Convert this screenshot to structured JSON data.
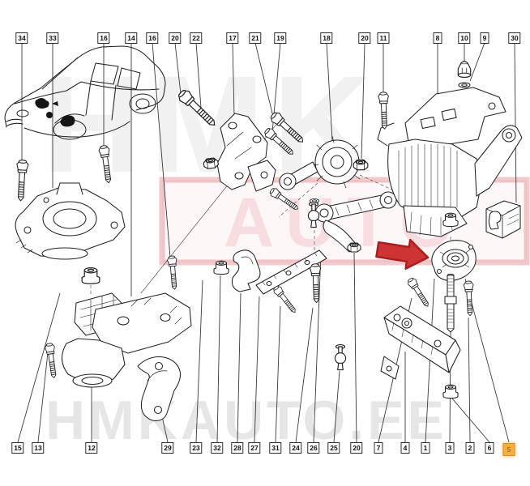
{
  "watermarks": {
    "center_word": "HMK",
    "center_box_word": "AUTO",
    "bottom_text": "HMKAUTO.EE"
  },
  "colors": {
    "line": "#222222",
    "leader": "#3a3a3a",
    "arrow_red": "#ce3434",
    "arrow_red_dark": "#a81f1f",
    "highlight_box_fill": "#f2b043",
    "highlight_box_border": "#d9941f",
    "watermark_red": "#d24046",
    "watermark_gray": "#8a8a8a"
  },
  "highlight": {
    "target_callout": "5",
    "arrow_icon": "red-arrow-right"
  },
  "callouts": {
    "top": [
      {
        "label": "34"
      },
      {
        "label": "33"
      },
      {
        "label": "16"
      },
      {
        "label": "14"
      },
      {
        "label": "16"
      },
      {
        "label": "20"
      },
      {
        "label": "22"
      },
      {
        "label": "17"
      },
      {
        "label": "21"
      },
      {
        "label": "19"
      },
      {
        "label": "18"
      },
      {
        "label": "20"
      },
      {
        "label": "11"
      },
      {
        "label": "8"
      },
      {
        "label": "10"
      },
      {
        "label": "9"
      },
      {
        "label": "30"
      }
    ],
    "bottom": [
      {
        "label": "15"
      },
      {
        "label": "13"
      },
      {
        "label": "12"
      },
      {
        "label": "29"
      },
      {
        "label": "23"
      },
      {
        "label": "32"
      },
      {
        "label": "28"
      },
      {
        "label": "27"
      },
      {
        "label": "31"
      },
      {
        "label": "24"
      },
      {
        "label": "26"
      },
      {
        "label": "25"
      },
      {
        "label": "20"
      },
      {
        "label": "7"
      },
      {
        "label": "4"
      },
      {
        "label": "1"
      },
      {
        "label": "3"
      },
      {
        "label": "2"
      },
      {
        "label": "6"
      },
      {
        "label": "5",
        "highlighted": true
      }
    ]
  },
  "parts": [
    "car-overview-sketch",
    "engine-mount-left",
    "engine-mount-left-lower",
    "support-bracket",
    "torque-rod-upper",
    "torque-rod-lower",
    "link-bracket",
    "hook-bracket",
    "serrated-strap",
    "engine-mount-right",
    "exhaust-clamp",
    "gearbox-mount-cover",
    "rear-lower-bracket",
    "bolt",
    "nut",
    "cap-nut",
    "washer",
    "bushing",
    "ball-stud"
  ]
}
